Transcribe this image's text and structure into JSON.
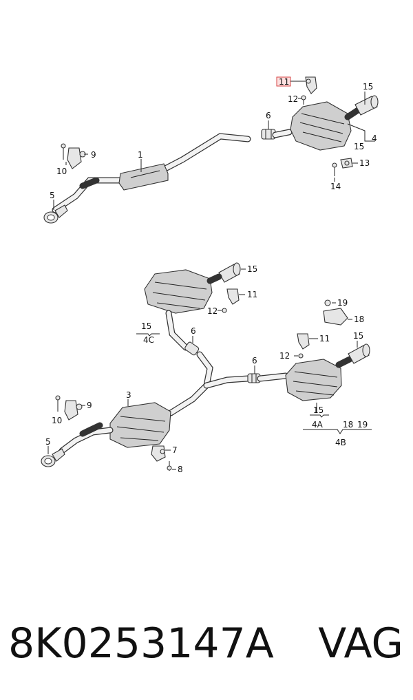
{
  "diagram": {
    "labels": {
      "top": {
        "l11": "11",
        "l12": "12",
        "l15a": "15",
        "l6": "6",
        "l4": "4",
        "l15b": "15",
        "l13": "13",
        "l14": "14",
        "l1": "1",
        "l9": "9",
        "l10": "10",
        "l5": "5"
      },
      "bottom": {
        "l15a": "15",
        "l11a": "11",
        "l12a": "12",
        "l15c": "15",
        "l4c": "4C",
        "l6a": "6",
        "l19": "19",
        "l18": "18",
        "l11b": "11",
        "l12b": "12",
        "l15d": "15",
        "l6b": "6",
        "l15e": "15",
        "l4a": "4A",
        "l18b": "18",
        "l19b": "19",
        "l4b": "4B",
        "l3": "3",
        "l9": "9",
        "l10": "10",
        "l5": "5",
        "l7": "7",
        "l8": "8"
      }
    }
  },
  "footer": {
    "part_number": "8K0253147A",
    "brand": "VAG"
  }
}
